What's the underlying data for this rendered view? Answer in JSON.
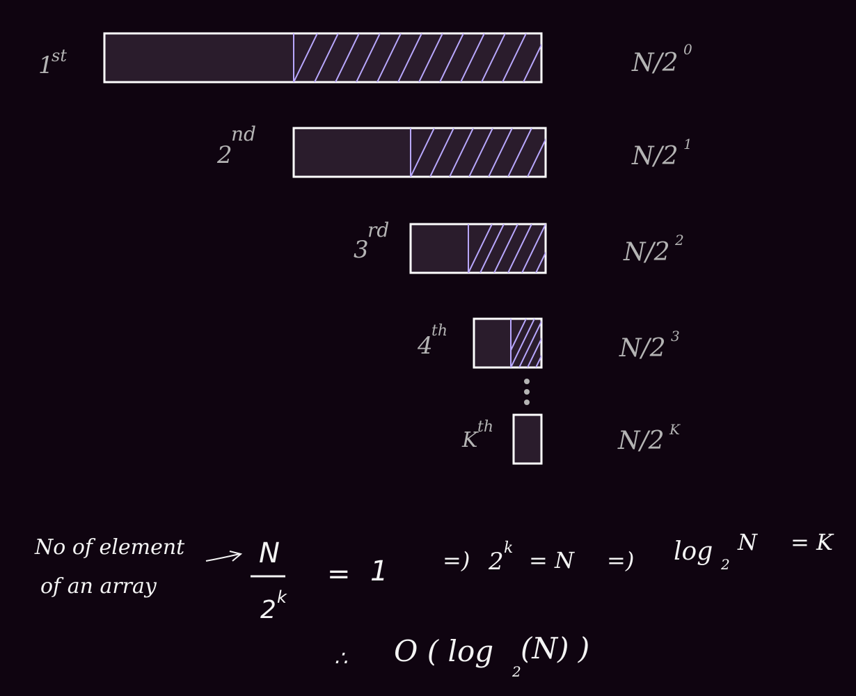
{
  "steps": [
    {
      "ordinal_num": "1",
      "ordinal_sup": "st",
      "label_base": "N/2",
      "label_exp": "0"
    },
    {
      "ordinal_num": "2",
      "ordinal_sup": "nd",
      "label_base": "N/2",
      "label_exp": "1"
    },
    {
      "ordinal_num": "3",
      "ordinal_sup": "rd",
      "label_base": "N/2",
      "label_exp": "2"
    },
    {
      "ordinal_num": "4",
      "ordinal_sup": "th",
      "label_base": "N/2",
      "label_exp": "3"
    },
    {
      "ordinal_num": "K",
      "ordinal_sup": "th",
      "label_base": "N/2",
      "label_exp": "K"
    }
  ],
  "derivation": {
    "note_line1": "No of element",
    "note_line2": "of an array",
    "numerator": "N",
    "denominator_base": "2",
    "denominator_exp": "k",
    "equals": "=",
    "one": "1",
    "implies1": "=)",
    "eq2_base": "2",
    "eq2_exp": "k",
    "eq2_rest": "= N",
    "implies2": "=)",
    "log_word": "log",
    "log_base": "2",
    "log_arg": "N",
    "log_rest": "= K"
  },
  "conclusion": {
    "therefore": "∴",
    "big_o_open": "O ( log",
    "log_sub": "2",
    "arg": "(N) )"
  },
  "colors": {
    "background": "#0f0410",
    "box_fill": "#2a1c2c",
    "box_stroke": "#ffffff",
    "hatch": "#b9a8ff",
    "label_grey": "#b4b4b4",
    "text_white": "#f4f4f4"
  }
}
